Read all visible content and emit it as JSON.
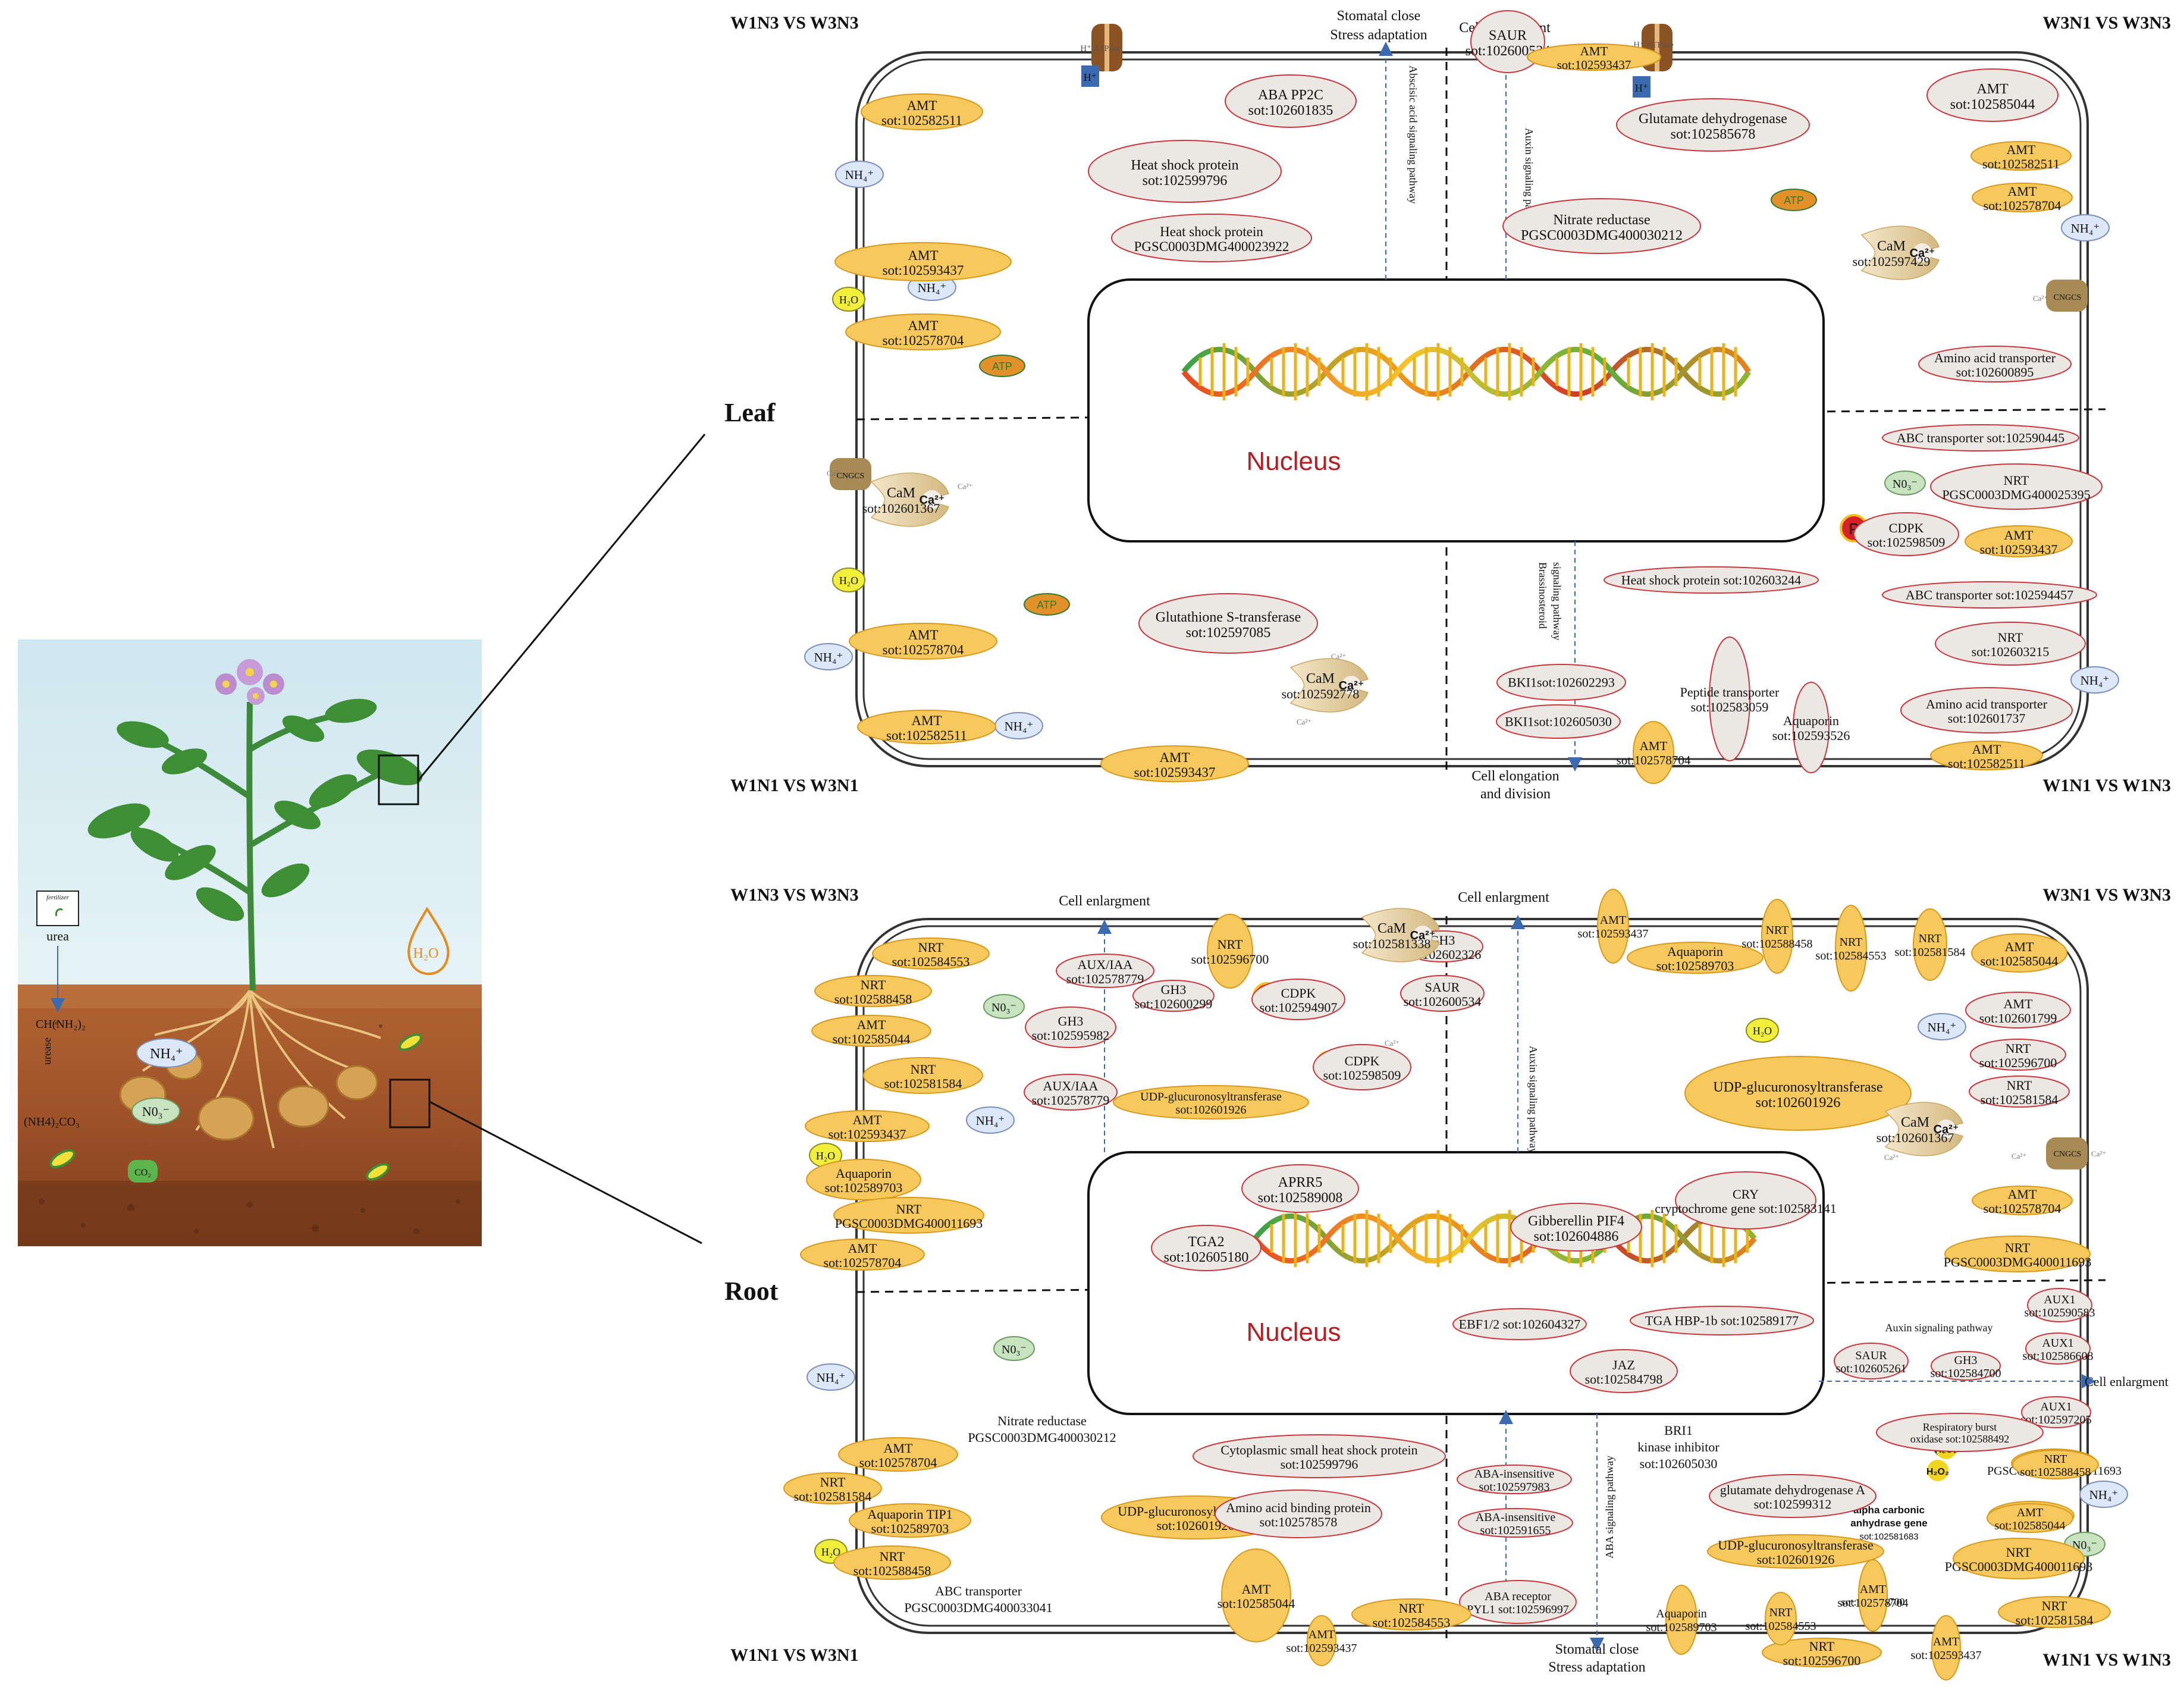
{
  "colors": {
    "amt_fill": "#F7C95C",
    "amt_stroke": "#D79A1D",
    "gray_fill": "#EBE8E4",
    "red_stroke": "#C8373C",
    "nh4_fill": "#DCE7F7",
    "no3_fill": "#C8E3C0",
    "h2o_fill": "#F2EE3C",
    "atp_fill": "#E1902A",
    "nucleus_label": "#B21F24",
    "arrow": "#3B6AB0"
  },
  "icons": {
    "plant": "potato-plant-illustration",
    "fertilizer": "fertilizer-bag-icon",
    "water": "water-drop-icon"
  },
  "plant": {
    "fertilizer": "fertilizer",
    "urea": "urea",
    "ch_nh2": "CH(NH₂)₂",
    "urease": "urease",
    "carbonate": "(NH4)₂CO₃",
    "nh4": "NH₄⁺",
    "no3": "N0₃⁻",
    "h2o": "H₂O",
    "co2": "CO₂"
  },
  "labels": {
    "leaf": "Leaf",
    "root": "Root",
    "nucleus": "Nucleus",
    "leaf_q_tl": "W1N3 VS W3N3",
    "leaf_q_tr": "W3N1 VS W3N3",
    "leaf_q_bl": "W1N1 VS W3N1",
    "leaf_q_br": "W1N1 VS W1N3",
    "root_q_tl": "W1N3 VS W3N3",
    "root_q_tr": "W3N1 VS W3N3",
    "root_q_bl": "W1N1 VS W3N1",
    "root_q_br": "W1N1 VS W1N3"
  },
  "leaf": {
    "ellipses": [
      {
        "l1": "AMT",
        "l2": "sot:102582511"
      },
      {
        "l1": "AMT",
        "l2": "sot:102593437"
      },
      {
        "l1": "AMT",
        "l2": "sot:102578704"
      },
      {
        "l1": "AMT",
        "l2": "sot:102578704"
      },
      {
        "l1": "AMT",
        "l2": "sot:102582511"
      },
      {
        "l1": "AMT",
        "l2": "sot:102593437"
      },
      {
        "l1": "ABA PP2C",
        "l2": "sot:102601835"
      },
      {
        "l1": "Heat shock protein",
        "l2": "sot:102599796"
      },
      {
        "l1": "Heat shock protein",
        "l2": "PGSC0003DMG400023922"
      },
      {
        "l1": "SAUR",
        "l2": "sot:102600534"
      },
      {
        "l1": "AMT",
        "l2": "sot:102593437"
      },
      {
        "l1": "Glutamate dehydrogenase",
        "l2": "sot:102585678"
      },
      {
        "l1": "AMT",
        "l2": "sot:102585044"
      },
      {
        "l1": "AMT",
        "l2": "sot:102582511"
      },
      {
        "l1": "AMT",
        "l2": "sot:102578704"
      },
      {
        "l1": "Nitrate reductase",
        "l2": "PGSC0003DMG400030212"
      },
      {
        "l1": "Amino acid transporter",
        "l2": "sot:102600895"
      },
      {
        "l1": "ABC transporter sot:102590445",
        "l2": ""
      },
      {
        "l1": "NRT",
        "l2": "PGSC0003DMG400025395"
      },
      {
        "l1": "CDPK",
        "l2": "sot:102598509"
      },
      {
        "l1": "AMT",
        "l2": "sot:102593437"
      },
      {
        "l1": "Heat shock protein sot:102603244",
        "l2": ""
      },
      {
        "l1": "ABC transporter sot:102594457",
        "l2": ""
      },
      {
        "l1": "NRT",
        "l2": "sot:102603215"
      },
      {
        "l1": "Amino acid transporter",
        "l2": "sot:102601737"
      },
      {
        "l1": "AMT",
        "l2": "sot:102582511"
      },
      {
        "l1": "Glutathione S-transferase",
        "l2": "sot:102597085"
      },
      {
        "l1": "BKI1sot:102602293",
        "l2": ""
      },
      {
        "l1": "BKI1sot:102605030",
        "l2": ""
      },
      {
        "l1": "AMT",
        "l2": "sot:102578704"
      },
      {
        "l1": "Peptide transporter",
        "l2": "sot:102583059"
      },
      {
        "l1": "Aquaporin",
        "l2": "sot:102593526"
      }
    ],
    "cam": [
      {
        "l1": "CaM",
        "l2": "sot:102597429"
      },
      {
        "l1": "CaM",
        "l2": "sot:102601367"
      },
      {
        "l1": "CaM",
        "l2": "sot:102592778"
      }
    ],
    "texts": {
      "stomatal1": "Stomatal close",
      "stomatal2": "Stress adaptation",
      "cell_enl": "Cell enlargment",
      "aba_path": "Abscisic acid signaling pathway",
      "auxin_path": "Auxin signaling pathway",
      "bras_path1": "Brassinosteroid",
      "bras_path2": "signaling pathway",
      "cell_elong1": "Cell elongation",
      "cell_elong2": "and division",
      "atpase": "H⁺ ATPase",
      "h": "H⁺",
      "cngcs": "CNGCS",
      "ca2": "Ca²⁺",
      "ca_small": "Ca²⁺",
      "p": "P",
      "atp": "ATP",
      "nh4": "NH₄⁺",
      "no3": "N0₃⁻",
      "h2o": "H₂O"
    }
  },
  "root": {
    "ellipses": [
      {
        "l1": "NRT",
        "l2": "sot:102584553"
      },
      {
        "l1": "NRT",
        "l2": "sot:102588458"
      },
      {
        "l1": "AMT",
        "l2": "sot:102585044"
      },
      {
        "l1": "NRT",
        "l2": "sot:102581584"
      },
      {
        "l1": "AMT",
        "l2": "sot:102593437"
      },
      {
        "l1": "Aquaporin",
        "l2": "sot:102589703"
      },
      {
        "l1": "NRT",
        "l2": "PGSC0003DMG400011693"
      },
      {
        "l1": "AMT",
        "l2": "sot:102578704"
      },
      {
        "l1": "AUX/IAA",
        "l2": "sot:102578779"
      },
      {
        "l1": "GH3",
        "l2": "sot:102595982"
      },
      {
        "l1": "GH3",
        "l2": "sot:102600299"
      },
      {
        "l1": "AUX/IAA",
        "l2": "sot:102578779"
      },
      {
        "l1": "NRT",
        "l2": "sot:102596700"
      },
      {
        "l1": "CDPK",
        "l2": "sot:102594907"
      },
      {
        "l1": "CDPK",
        "l2": "sot:102598509"
      },
      {
        "l1": "UDP-glucuronosyltransferase",
        "l2": "sot:102601926"
      },
      {
        "l1": "GH3",
        "l2": "sot:102602326"
      },
      {
        "l1": "SAUR",
        "l2": "sot:102600534"
      },
      {
        "l1": "AMT",
        "l2": "sot:102593437"
      },
      {
        "l1": "Aquaporin",
        "l2": "sot:102589703"
      },
      {
        "l1": "NRT",
        "l2": "sot:102588458"
      },
      {
        "l1": "NRT",
        "l2": "sot:102584553"
      },
      {
        "l1": "NRT",
        "l2": "sot:102581584"
      },
      {
        "l1": "AMT",
        "l2": "sot:102585044"
      },
      {
        "l1": "UDP-glucuronosyltransferase",
        "l2": "sot:102601926"
      },
      {
        "l1": "AMT",
        "l2": "sot:102601799"
      },
      {
        "l1": "NRT",
        "l2": "sot:102596700"
      },
      {
        "l1": "NRT",
        "l2": "sot:102581584"
      },
      {
        "l1": "AMT",
        "l2": "sot:102578704"
      },
      {
        "l1": "NRT",
        "l2": "PGSC0003DMG400011693"
      },
      {
        "l1": "APRR5",
        "l2": "sot:102589008"
      },
      {
        "l1": "TGA2",
        "l2": "sot:102605180"
      },
      {
        "l1": "Gibberellin PIF4",
        "l2": "sot:102604886"
      },
      {
        "l1": "CRY",
        "l2": "cryptochrome gene sot:102583141"
      },
      {
        "l1": "EBF1/2 sot:102604327",
        "l2": ""
      },
      {
        "l1": "TGA HBP-1b sot:102589177",
        "l2": ""
      },
      {
        "l1": "JAZ",
        "l2": "sot:102584798"
      },
      {
        "l1": "SAUR",
        "l2": "sot:102605261"
      },
      {
        "l1": "GH3",
        "l2": "sot:102584700"
      },
      {
        "l1": "AUX1",
        "l2": "sot:102590583"
      },
      {
        "l1": "AUX1",
        "l2": "sot:102586608"
      },
      {
        "l1": "AUX1",
        "l2": "sot:102597205"
      },
      {
        "l1": "NRT",
        "l2": "PGSC0003DMG400011693"
      },
      {
        "l1": "AMT",
        "l2": "sot:102601799"
      },
      {
        "l1": "AMT",
        "l2": "sot:102578704"
      },
      {
        "l1": "NRT",
        "l2": "sot:102581584"
      },
      {
        "l1": "Aquaporin TIP1",
        "l2": "sot:102589703"
      },
      {
        "l1": "NRT",
        "l2": "sot:102588458"
      },
      {
        "l1": "Cytoplasmic small heat shock protein",
        "l2": "sot:102599796"
      },
      {
        "l1": "UDP-glucuronosyltransferase",
        "l2": "sot:102601926"
      },
      {
        "l1": "Amino acid binding protein",
        "l2": "sot:102578578"
      },
      {
        "l1": "ABA-insensitive",
        "l2": "sot:102597983"
      },
      {
        "l1": "ABA-insensitive",
        "l2": "sot:102591655"
      },
      {
        "l1": "ABA receptor",
        "l2": "PYL1 sot:102596997"
      },
      {
        "l1": "Respiratory burst",
        "l2": "oxidase sot:102588492"
      },
      {
        "l1": "glutamate dehydrogenase A",
        "l2": "sot:102599312"
      },
      {
        "l1": "UDP-glucuronosyltransferase",
        "l2": "sot:102601926"
      },
      {
        "l1": "NRT",
        "l2": "sot:102588458"
      },
      {
        "l1": "AMT",
        "l2": "sot:102585044"
      },
      {
        "l1": "NRT",
        "l2": "PGSC0003DMG400011693"
      },
      {
        "l1": "NRT",
        "l2": "sot:102581584"
      },
      {
        "l1": "AMT",
        "l2": "sot:102593437"
      },
      {
        "l1": "AMT",
        "l2": "sot:102585044"
      },
      {
        "l1": "AMT",
        "l2": "sot:102593437"
      },
      {
        "l1": "NRT",
        "l2": "sot:102596700"
      },
      {
        "l1": "NRT",
        "l2": "sot:102584553"
      },
      {
        "l1": "Aquaporin",
        "l2": "sot:102589703"
      },
      {
        "l1": "NRT",
        "l2": "sot:102584553"
      },
      {
        "l1": "NRT",
        "l2": "sot:102596700"
      },
      {
        "l1": "AMT",
        "l2": "sot:102578704"
      }
    ],
    "cam": [
      {
        "l1": "CaM",
        "l2": "sot:102581338"
      },
      {
        "l1": "CaM",
        "l2": "sot:102601367"
      }
    ],
    "texts": {
      "cell_enl": "Cell enlargment",
      "auxin_path": "Auxin signaling pathway",
      "auxin_path_h": "Auxin signaling pathway",
      "cell_enl_r": "Cell enlargment",
      "aba_path": "ABA signaling pathway",
      "stomatal1": "Stomatal close",
      "stomatal2": "Stress adaptation",
      "nitrate_red1": "Nitrate reductase",
      "nitrate_red2": "PGSC0003DMG400030212",
      "bri1": "BRI1",
      "bri2": "kinase inhibitor",
      "bri3": "sot:102605030",
      "alpha1": "alpha carbonic",
      "alpha2": "anhydrase gene",
      "alpha3": "sot:102581683",
      "abc1": "ABC transporter",
      "abc2": "PGSC0003DMG400033041",
      "h2o2": "H₂O₂",
      "cngcs": "CNGCS",
      "ca2": "Ca²⁺",
      "ca_small": "Ca²⁺",
      "p": "P",
      "nh4": "NH₄⁺",
      "no3": "N0₃⁻",
      "h2o": "H₂O"
    }
  }
}
